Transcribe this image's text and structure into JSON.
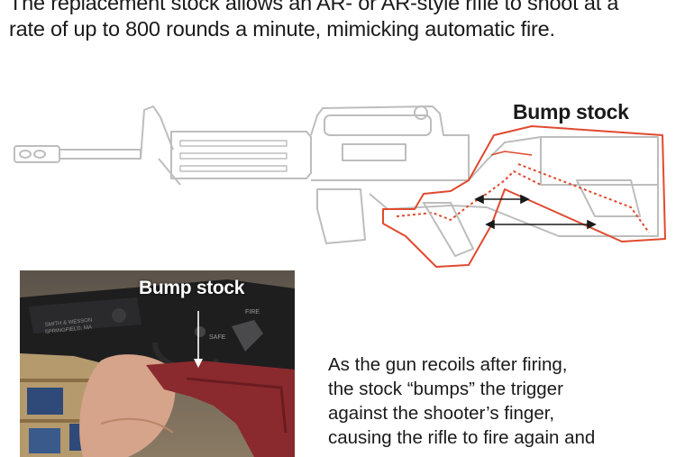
{
  "intro": {
    "line1": "The replacement stock allows an AR- or AR-style rifle to shoot at a",
    "line2": "rate of up to 800 rounds a minute, mimicking automatic fire."
  },
  "diagram": {
    "label": "Bump stock",
    "outline_color": "#bdbdbd",
    "highlight_color": "#e04a2f"
  },
  "photo": {
    "label": "Bump stock"
  },
  "caption": {
    "lines": [
      "As the gun recoils after firing,",
      "the stock “bumps” the trigger",
      "against the shooter’s finger,",
      "causing the rifle to fire again and"
    ]
  }
}
